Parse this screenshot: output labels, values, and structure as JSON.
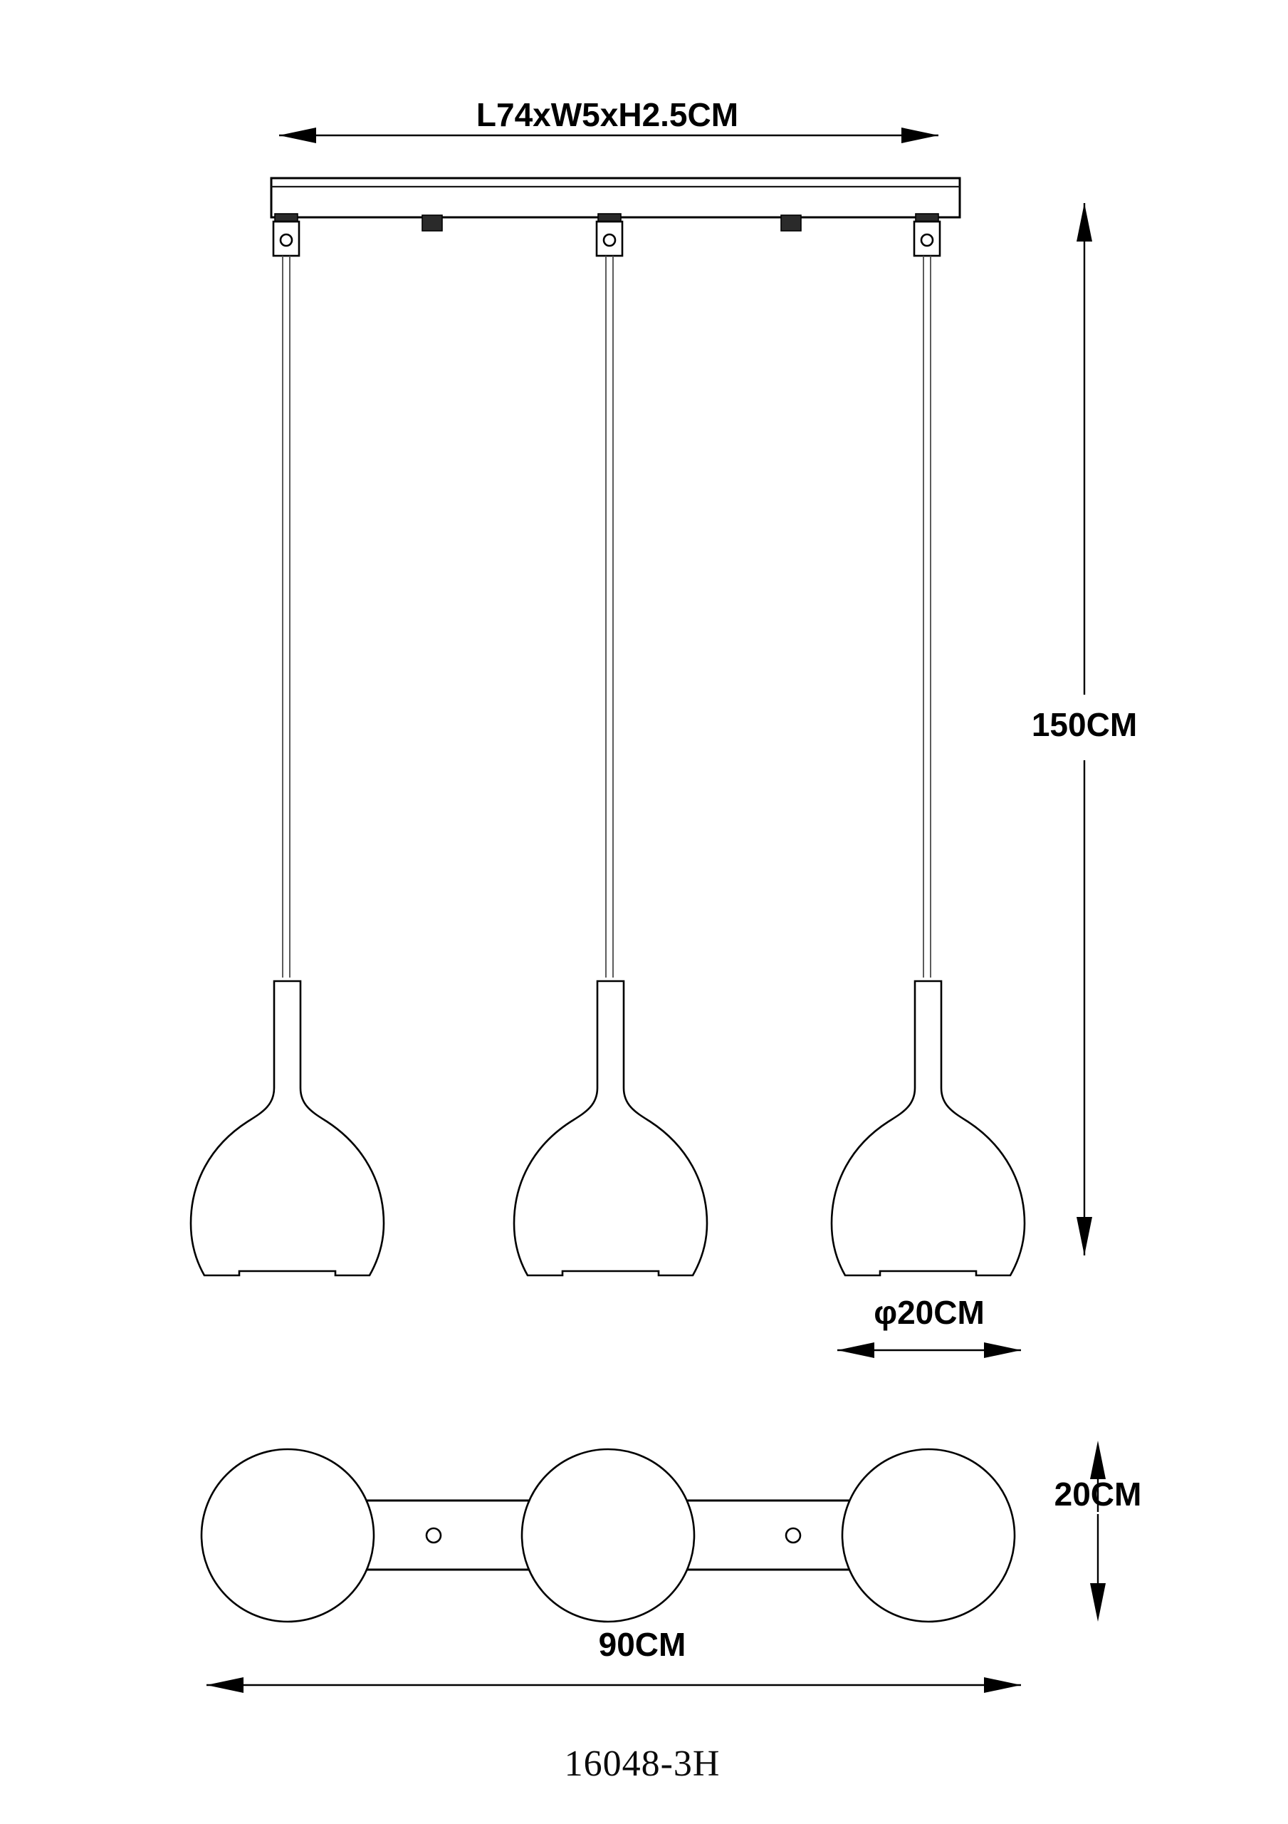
{
  "drawing": {
    "part_number": "16048-3H",
    "dimensions": {
      "canopy": "L74xW5xH2.5CM",
      "drop_height": "150CM",
      "shade_diameter": "φ20CM",
      "plan_depth": "20CM",
      "plan_width": "90CM"
    },
    "colors": {
      "line": "#000000",
      "background": "#ffffff",
      "cord": "#4a4a4a"
    },
    "views": {
      "elevation_label": "elevation",
      "plan_label": "plan"
    },
    "counts": {
      "pendants": 3,
      "cord_brackets": 3,
      "terminal_nubs": 2,
      "plan_screw_holes": 2
    }
  }
}
